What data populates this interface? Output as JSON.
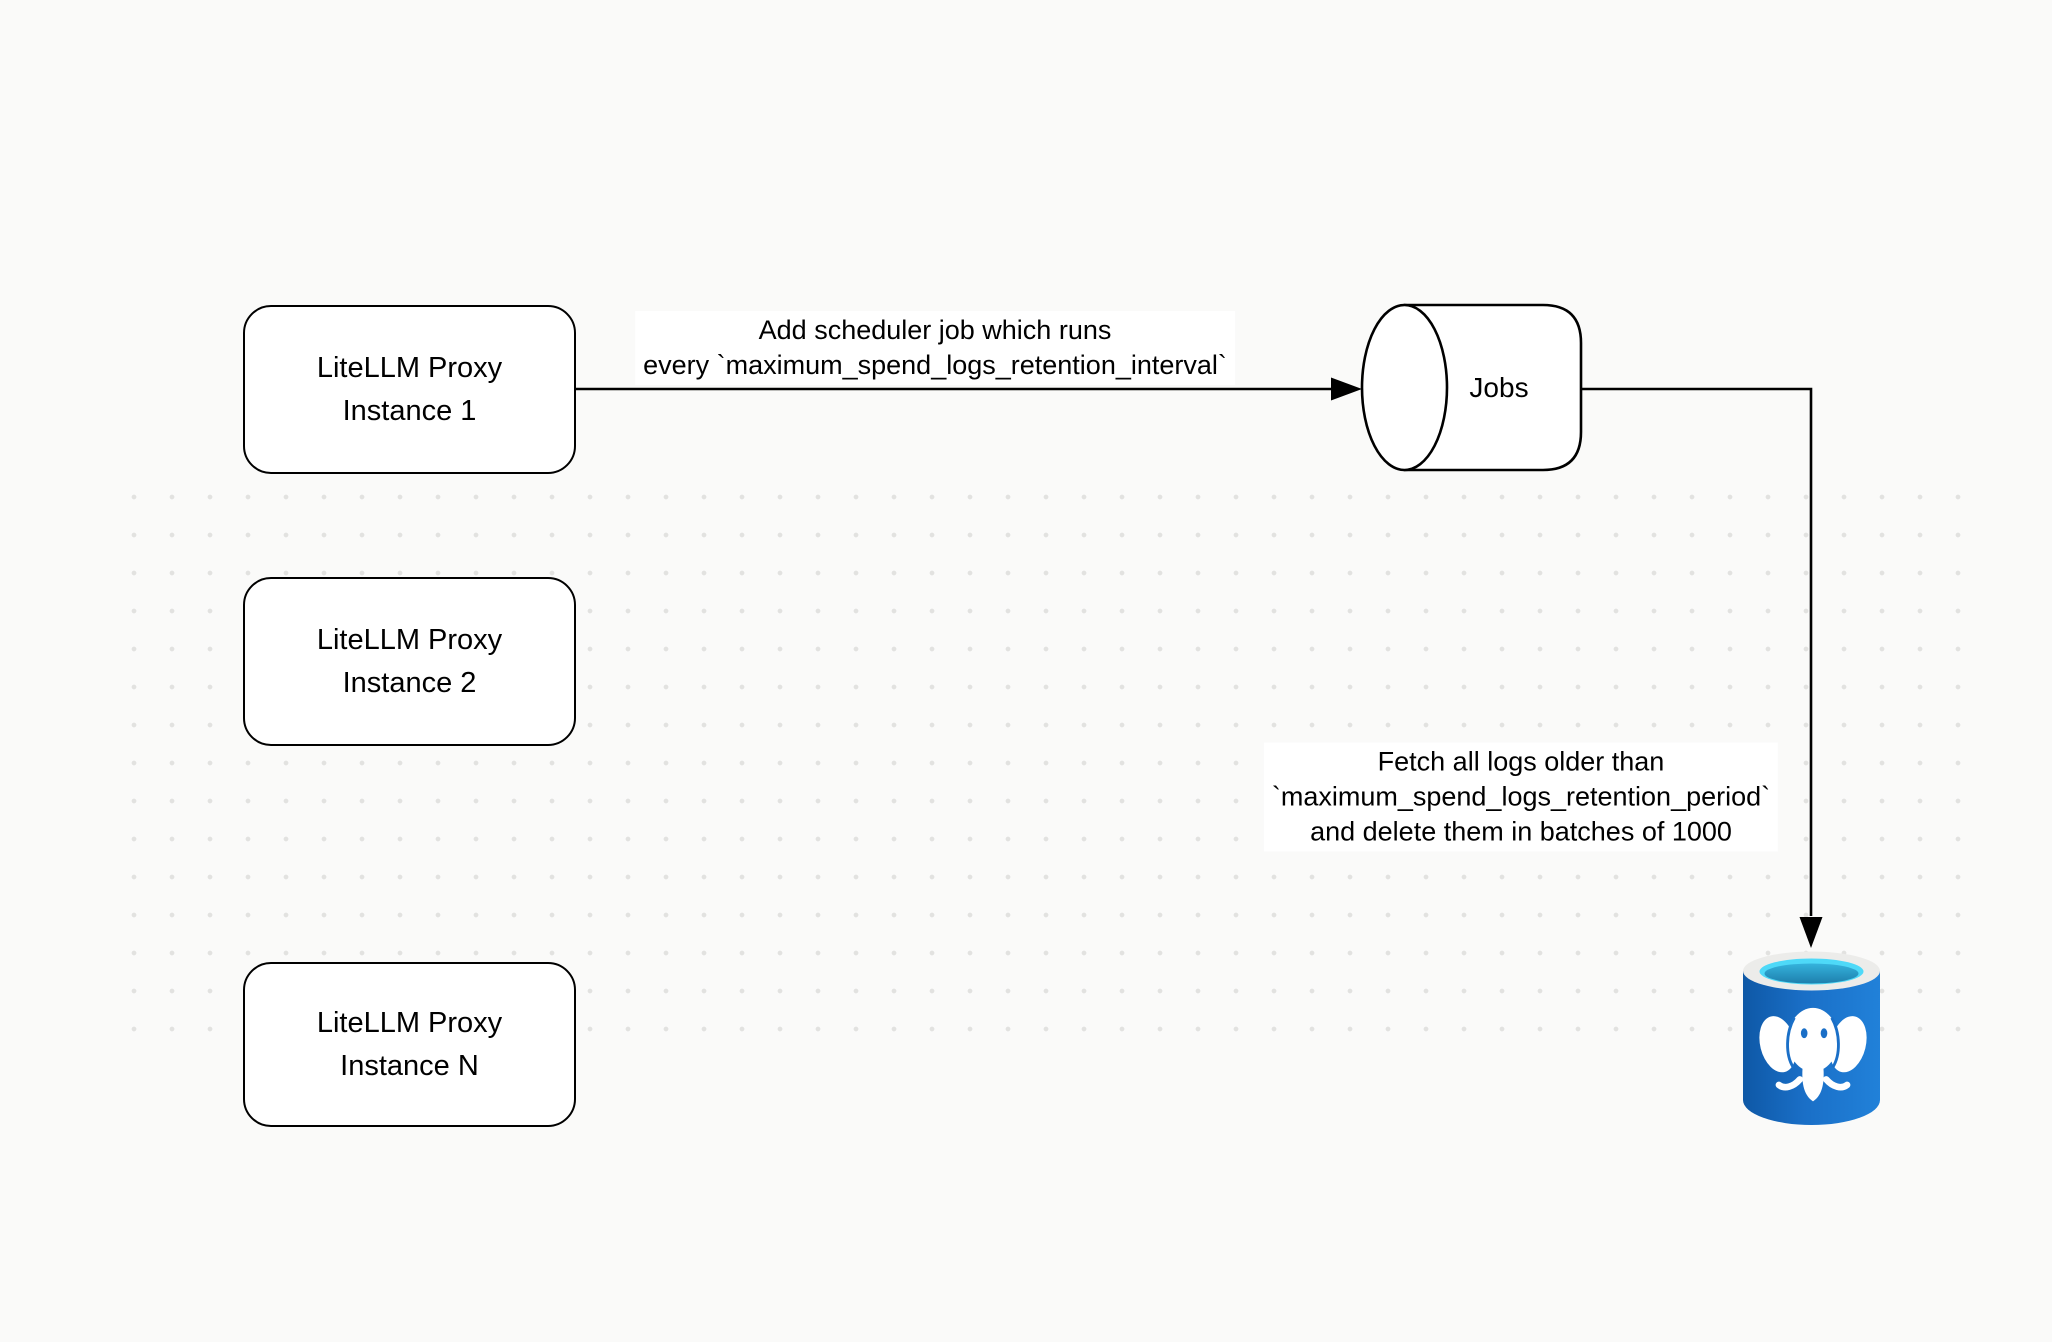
{
  "background_color": "#FAFAF9",
  "diagram": {
    "nodes": {
      "instance1": {
        "label": "LiteLLM Proxy\nInstance 1"
      },
      "instance2": {
        "label": "LiteLLM Proxy\nInstance 2"
      },
      "instanceN": {
        "label": "LiteLLM Proxy\nInstance N"
      },
      "jobs": {
        "label": "Jobs",
        "shape": "horizontal-cylinder"
      },
      "postgres": {
        "icon": "postgresql-database-icon",
        "shape": "blue-database-cylinder"
      }
    },
    "edges": {
      "schedule": {
        "from": "instance1",
        "to": "jobs",
        "label": "Add scheduler job which runs\nevery `maximum_spend_logs_retention_interval`"
      },
      "fetch_delete": {
        "from": "jobs",
        "to": "postgres",
        "label": "Fetch all logs older than\n`maximum_spend_logs_retention_period`\nand delete them in batches of 1000"
      }
    },
    "colors": {
      "stroke": "#000000",
      "node_fill": "#FFFFFF",
      "grid_dot": "#E2E2E0",
      "postgres_blue_dark": "#0E58A6",
      "postgres_blue": "#1A6FC7",
      "postgres_blue_light": "#2181D9",
      "postgres_rim": "#ECECEA",
      "postgres_cyan": "#4ED9F8",
      "postgres_pool_top": "#35B3DC",
      "postgres_pool_bottom": "#1E7FAD",
      "elephant": "#FFFFFF"
    }
  }
}
